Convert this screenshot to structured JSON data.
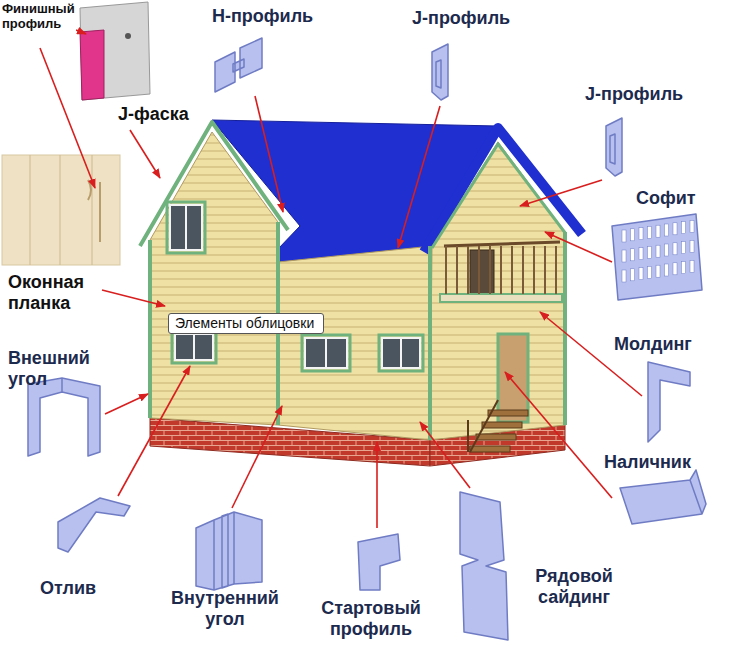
{
  "diagram": {
    "nodes": [
      {
        "text": [
          "Элементы облицовки"
        ]
      }
    ],
    "labels": [
      "Финишный профиль",
      "H-профиль",
      "J-профиль",
      "J-фаска",
      "J-профиль",
      "Софит",
      "Оконная планка",
      "Внешний угол",
      "Молдинг",
      "Наличник",
      "Отлив",
      "Внутренний угол",
      "Стартовый профиль",
      "Рядовой сайдинг"
    ]
  }
}
